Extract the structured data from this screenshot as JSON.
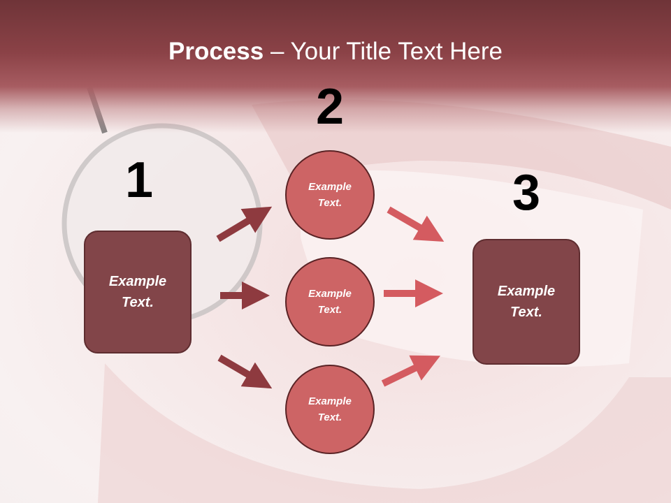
{
  "title": {
    "bold": "Process",
    "rest": " – Your Title Text Here"
  },
  "steps": [
    {
      "number": "1",
      "label": "Example Text."
    },
    {
      "number": "2",
      "label": "Example Text."
    },
    {
      "number": "3",
      "label": "Example Text."
    }
  ],
  "middle": [
    {
      "label": "Example Text."
    },
    {
      "label": "Example Text."
    },
    {
      "label": "Example Text."
    }
  ],
  "colors": {
    "header": "#8b4247",
    "box": "#824549",
    "circle": "#cd6465",
    "arrow_left": "#8e3a3f",
    "arrow_right": "#d45b60"
  }
}
